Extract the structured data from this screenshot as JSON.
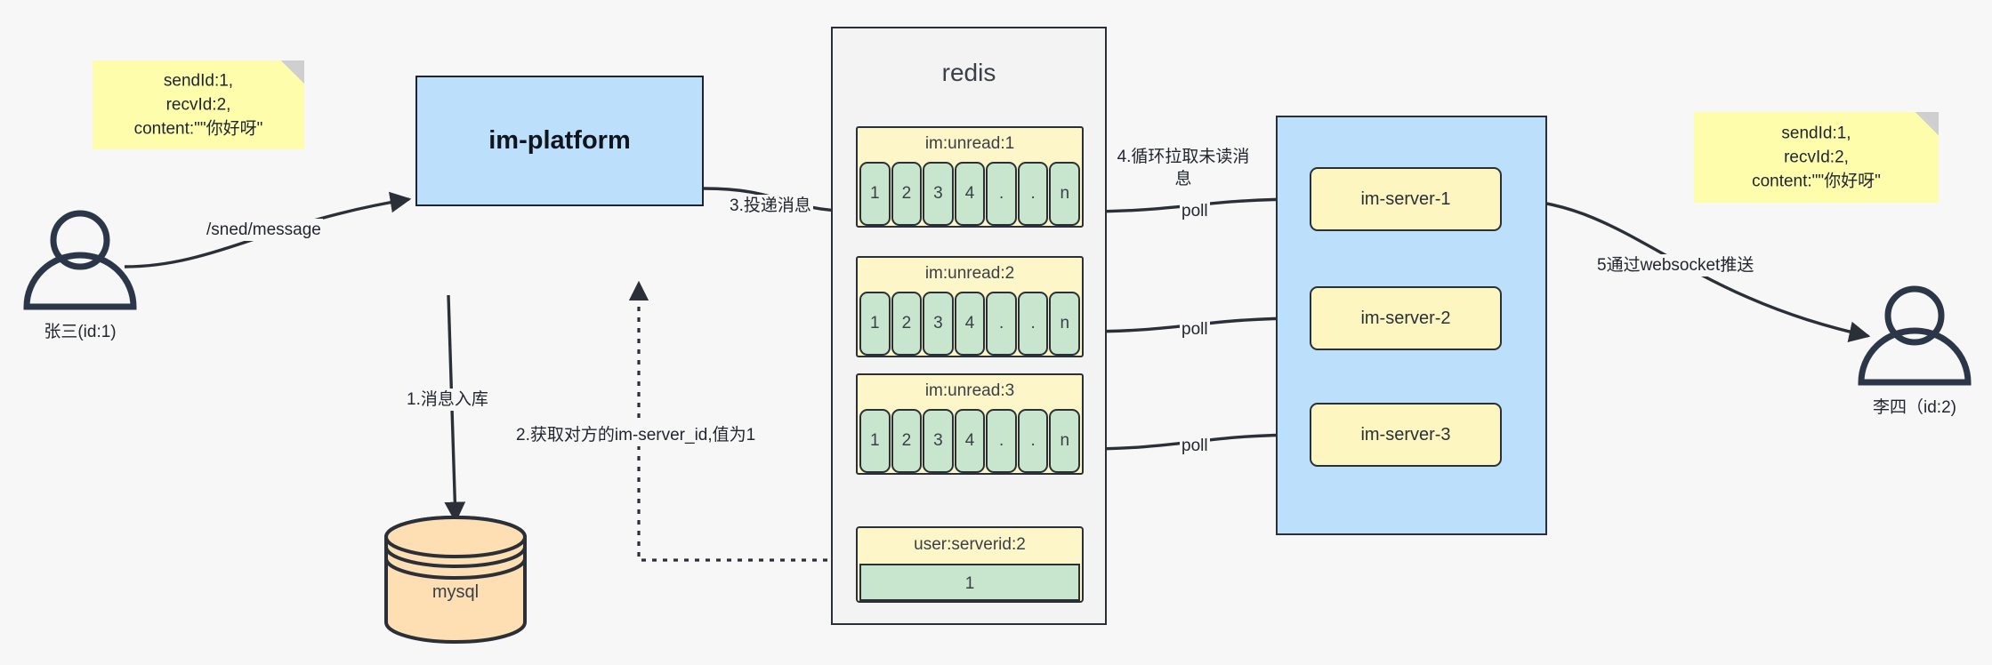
{
  "diagram": {
    "title": "IM message delivery architecture",
    "colors": {
      "sticky": "#fdfdab",
      "platform_fill": "#bcdffb",
      "redis_fill": "#f3f3f3",
      "list_key_fill": "#fdf6c9",
      "list_cell_fill": "#c8e6ce",
      "server_fill": "#fdf6c0",
      "mysql_fill": "#fddfb3",
      "stroke": "#2b3038",
      "background": "#f7f7f7"
    }
  },
  "notes": {
    "left": "sendId:1,\nrecvId:2,\ncontent:\"\"你好呀\"",
    "right": "sendId:1,\nrecvId:2,\ncontent:\"\"你好呀\""
  },
  "actors": {
    "sender": {
      "label": "张三(id:1)",
      "icon": "user-icon"
    },
    "receiver": {
      "label": "李四（id:2)",
      "icon": "user-icon"
    }
  },
  "nodes": {
    "platform": "im-platform",
    "redis_title": "redis",
    "mysql": "mysql"
  },
  "redis": {
    "lists": [
      {
        "key": "im:unread:1",
        "cells": [
          "1",
          "2",
          "3",
          "4",
          ".",
          ".",
          "n"
        ]
      },
      {
        "key": "im:unread:2",
        "cells": [
          "1",
          "2",
          "3",
          "4",
          ".",
          ".",
          "n"
        ]
      },
      {
        "key": "im:unread:3",
        "cells": [
          "1",
          "2",
          "3",
          "4",
          ".",
          ".",
          "n"
        ]
      }
    ],
    "kv": {
      "key": "user:serverid:2",
      "value": "1"
    }
  },
  "servers": [
    {
      "label": "im-server-1"
    },
    {
      "label": "im-server-2"
    },
    {
      "label": "im-server-3"
    }
  ],
  "edges": {
    "send_message": "/sned/message",
    "step1": "1.消息入库",
    "step2": "2.获取对方的im-server_id,值为1",
    "step3": "3.投递消息",
    "step4": "4.循环拉取未读消息",
    "poll1": "poll",
    "poll2": "poll",
    "poll3": "poll",
    "step5": "5通过websocket推送"
  }
}
